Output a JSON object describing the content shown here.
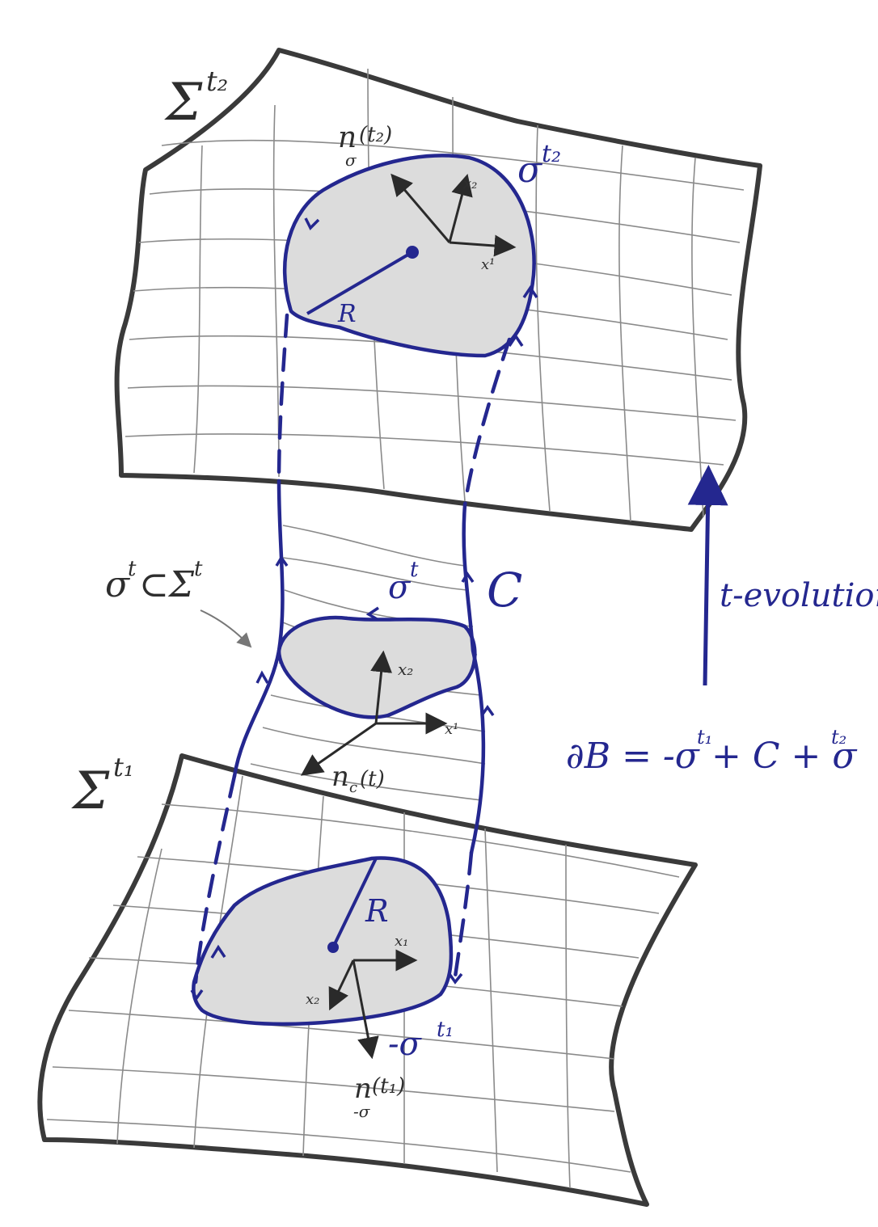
{
  "labels": {
    "sigma_t2_surface": "Σ",
    "sigma_t2_surface_sup": "t₂",
    "sigma_t1_surface": "Σ",
    "sigma_t1_surface_sup": "t₁",
    "normal_top": "n",
    "normal_top_sub": "σ",
    "normal_top_arg": "(t₂)",
    "curve_top": "σ",
    "curve_top_sup": "t₂",
    "x2_top": "x₂",
    "x1_top": "x¹",
    "radius_top": "R",
    "sigma_t_subset": "σ",
    "sigma_t_subset_sup": "t",
    "sigma_t_subset_rest": "⊂Σ",
    "sigma_t_subset_rest_sup": "t",
    "curve_mid": "σ",
    "curve_mid_sup": "t",
    "tube_label": "C",
    "x2_mid": "x₂",
    "x1_mid": "x¹",
    "normal_mid": "n",
    "normal_mid_sub": "c",
    "normal_mid_arg": "(t)",
    "t_evolution": "t-evolution",
    "boundary_eq": "∂B = -σ",
    "boundary_eq_sup1": "t₁",
    "boundary_eq_mid": " + C + σ",
    "boundary_eq_sup2": "t₂",
    "radius_bottom": "R",
    "x1_bottom": "x₁",
    "x2_bottom": "x₂",
    "curve_bottom": "-σ",
    "curve_bottom_sup": "t₁",
    "normal_bottom": "n",
    "normal_bottom_sub": "-σ",
    "normal_bottom_arg": "(t₁)"
  },
  "colors": {
    "ink_blue": "#24278f",
    "pencil": "#3a3a3a",
    "grid": "#8a8a8a",
    "shade": "#d9d9d9"
  }
}
